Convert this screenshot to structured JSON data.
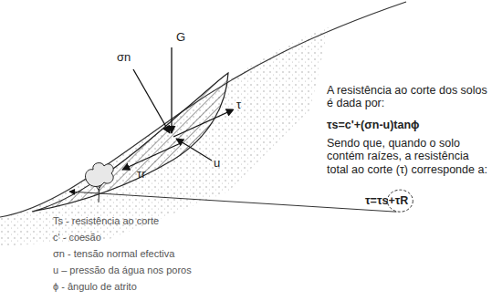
{
  "diagram": {
    "labels": [
      "G",
      "σn",
      "τ",
      "τr",
      "u",
      "A resistência ao corte dos solos é dada por:",
      "τs=c'+(σn-u)tanϕ",
      "Sendo que, quando o solo contém raízes, a resistência total ao corte (τ) corresponde a:",
      "τ=τs+τR",
      "Ts - resistência ao corte",
      "c' - coesão",
      "σn - tensão normal efectiva",
      "u – pressão da água nos poros",
      "ϕ - ângulo de atrito"
    ]
  }
}
